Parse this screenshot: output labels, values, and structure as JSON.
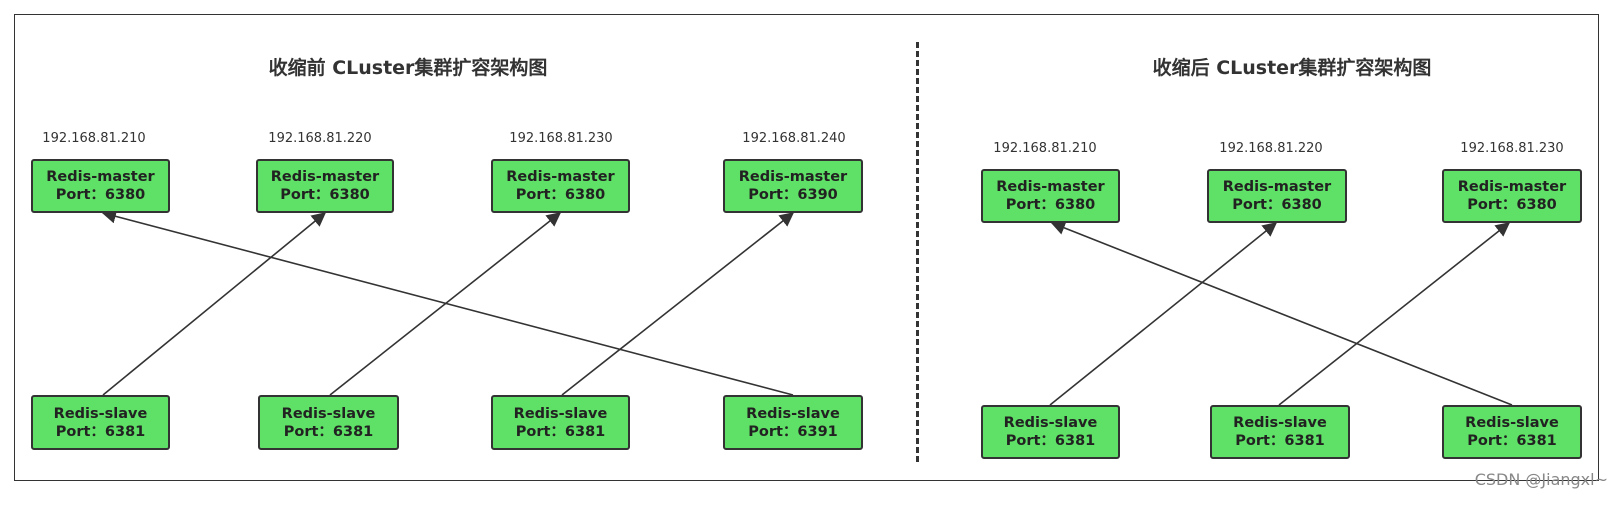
{
  "left_panel": {
    "title": "收缩前 CLuster集群扩容架构图",
    "ips": [
      "192.168.81.210",
      "192.168.81.220",
      "192.168.81.230",
      "192.168.81.240"
    ],
    "masters": [
      {
        "name": "Redis-master",
        "port": "Port：6380"
      },
      {
        "name": "Redis-master",
        "port": "Port：6380"
      },
      {
        "name": "Redis-master",
        "port": "Port：6380"
      },
      {
        "name": "Redis-master",
        "port": "Port：6390"
      }
    ],
    "slaves": [
      {
        "name": "Redis-slave",
        "port": "Port：6381"
      },
      {
        "name": "Redis-slave",
        "port": "Port：6381"
      },
      {
        "name": "Redis-slave",
        "port": "Port：6381"
      },
      {
        "name": "Redis-slave",
        "port": "Port：6391"
      }
    ]
  },
  "right_panel": {
    "title": "收缩后 CLuster集群扩容架构图",
    "ips": [
      "192.168.81.210",
      "192.168.81.220",
      "192.168.81.230"
    ],
    "masters": [
      {
        "name": "Redis-master",
        "port": "Port：6380"
      },
      {
        "name": "Redis-master",
        "port": "Port：6380"
      },
      {
        "name": "Redis-master",
        "port": "Port：6380"
      }
    ],
    "slaves": [
      {
        "name": "Redis-slave",
        "port": "Port：6381"
      },
      {
        "name": "Redis-slave",
        "port": "Port：6381"
      },
      {
        "name": "Redis-slave",
        "port": "Port：6381"
      }
    ]
  },
  "watermark": "CSDN @Jiangxl~"
}
